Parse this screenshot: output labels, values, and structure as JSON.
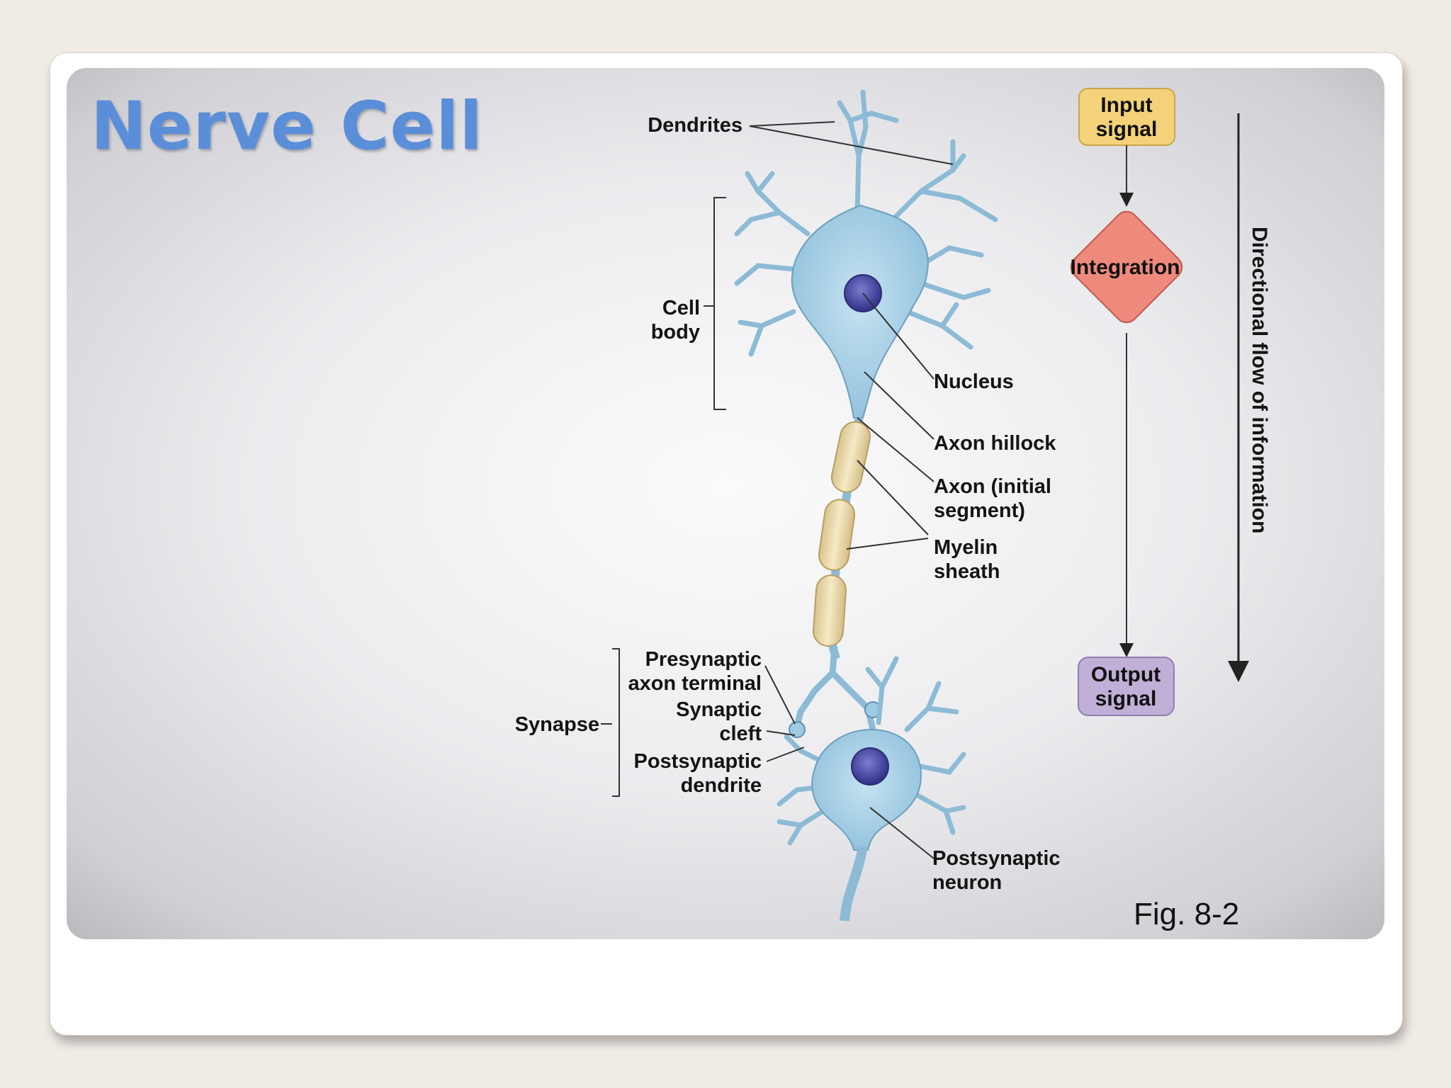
{
  "title": "Nerve Cell",
  "labels": {
    "dendrites": "Dendrites",
    "cell_body_1": "Cell",
    "cell_body_2": "body",
    "nucleus": "Nucleus",
    "axon_hillock": "Axon hillock",
    "axon_initial_1": "Axon (initial",
    "axon_initial_2": "segment)",
    "myelin_1": "Myelin",
    "myelin_2": "sheath",
    "presyn_1": "Presynaptic",
    "presyn_2": "axon terminal",
    "cleft_1": "Synaptic",
    "cleft_2": "cleft",
    "postden_1": "Postsynaptic",
    "postden_2": "dendrite",
    "synapse": "Synapse",
    "postneuron_1": "Postsynaptic",
    "postneuron_2": "neuron"
  },
  "flow": {
    "input_1": "Input",
    "input_2": "signal",
    "integration": "Integration",
    "output_1": "Output",
    "output_2": "signal",
    "direction": "Directional flow of information"
  },
  "figure_number": "Fig. 8-2",
  "colors": {
    "title": "#5b8ed8",
    "neuron": "#a9d0e6",
    "nucleus": "#3f3f9a",
    "myelin": "#ecdcae",
    "input_box": "#f3d27a",
    "integration_box": "#ee8a7c",
    "output_box": "#c0b0d8"
  }
}
